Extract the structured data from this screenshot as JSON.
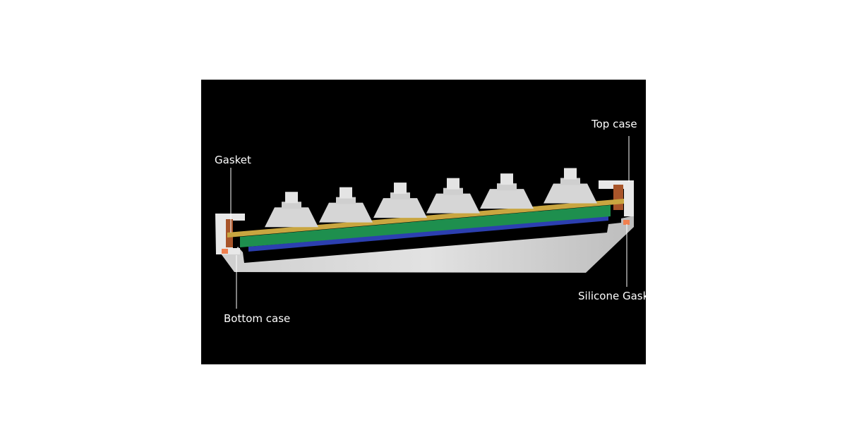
{
  "labels": {
    "gasket": "Gasket",
    "top_case": "Top case",
    "bottom_case": "Bottom case",
    "silicone_gasket": "Silicone Gasket"
  },
  "colors": {
    "background": "#000000",
    "case": "#e6e6e6",
    "gasket": "#a8552a",
    "silicone_gasket": "#f08050",
    "plate": "#c9a640",
    "pcb": "#1e8f4e",
    "foam": "#2c3fb0",
    "switch": "#d8d8d8"
  }
}
